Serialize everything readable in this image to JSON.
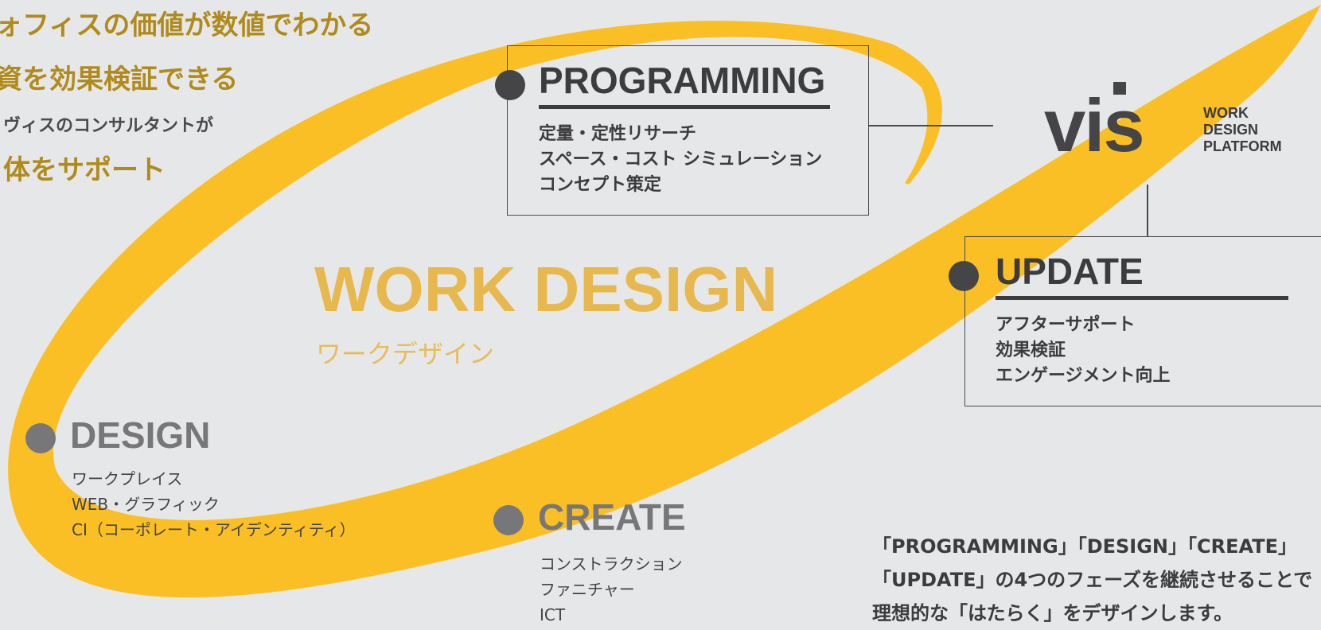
{
  "taglines": {
    "line1": "ォフィスの価値が数値でわかる",
    "line2": "資を効果検証できる",
    "line3": "ヴィスのコンサルタントが",
    "line4": "体をサポート"
  },
  "center": {
    "title": "WORK DESIGN",
    "subtitle": "ワークデザイン"
  },
  "phases": {
    "programming": {
      "title": "PROGRAMMING",
      "items": [
        "定量・定性リサーチ",
        "スペース・コスト シミュレーション",
        "コンセプト策定"
      ]
    },
    "update": {
      "title": "UPDATE",
      "items": [
        "アフターサポート",
        "効果検証",
        "エンゲージメント向上"
      ]
    },
    "design": {
      "title": "DESIGN",
      "items": [
        "ワークプレイス",
        "WEB・グラフィック",
        "CI（コーポレート・アイデンティティ）"
      ]
    },
    "create": {
      "title": "CREATE",
      "items": [
        "コンストラクション",
        "ファニチャー",
        "ICT"
      ]
    }
  },
  "logo": {
    "wordmark": "vis",
    "sub_lines": [
      "WORK",
      "DESIGN",
      "PLATFORM"
    ]
  },
  "bottom_text": [
    "「PROGRAMMING」「DESIGN」「CREATE」",
    "「UPDATE」の4つのフェーズを継続させることで",
    "理想的な「はたらく」をデザインします。"
  ],
  "colors": {
    "swoosh": "#fbbf26",
    "tagline": "#b08b1c",
    "center_title": "#e7b84d",
    "dark_text": "#3c3c3e",
    "grey_text": "#77777a",
    "background": "#e6e7e8"
  },
  "icons": {
    "swoosh": "yellow-swoosh-loop-graphic",
    "phase_marker": "filled-circle-dot"
  }
}
